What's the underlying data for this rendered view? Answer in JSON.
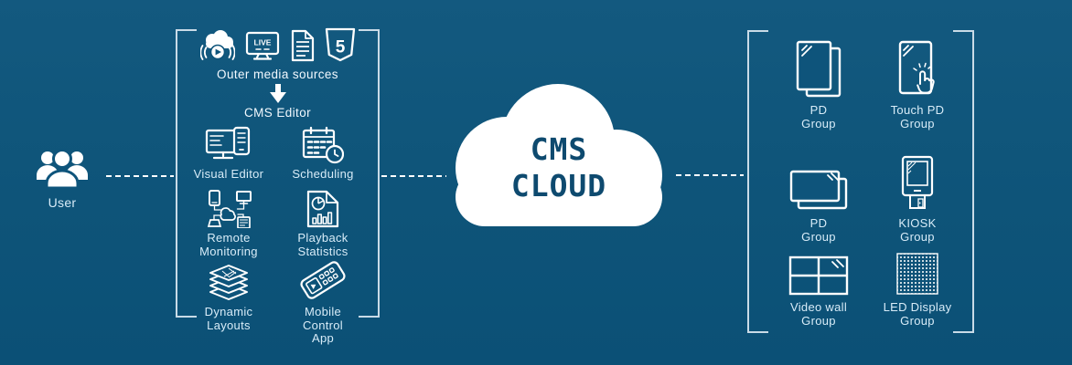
{
  "colors": {
    "background": "#0e547b",
    "cloud_fill": "#ffffff",
    "cloud_text": "#0e4a6f",
    "label_text": "#d8ecf8",
    "line_white": "#ffffff",
    "bracket_line": "#c9dbe7"
  },
  "user": {
    "label": "User",
    "icon": "user-group-icon"
  },
  "editor_section": {
    "sources_label": "Outer media sources",
    "live_badge": "LIVE",
    "html5_glyph": "5",
    "editor_label": "CMS Editor",
    "source_icons": [
      "cloud-video-icon",
      "live-monitor-icon",
      "document-icon",
      "html5-icon"
    ],
    "features": [
      {
        "icon": "visual-editor-icon",
        "label": "Visual Editor"
      },
      {
        "icon": "scheduling-icon",
        "label": "Scheduling"
      },
      {
        "icon": "remote-monitoring-icon",
        "label": "Remote\nMonitoring"
      },
      {
        "icon": "playback-statistics-icon",
        "label": "Playback\nStatistics"
      },
      {
        "icon": "dynamic-layouts-icon",
        "label": "Dynamic\nLayouts"
      },
      {
        "icon": "mobile-control-app-icon",
        "label": "Mobile\nControl\nApp"
      }
    ]
  },
  "cloud": {
    "line1": "CMS",
    "line2": "CLOUD"
  },
  "device_section": {
    "groups": [
      {
        "icon": "pd-portrait-icon",
        "label": "PD\nGroup"
      },
      {
        "icon": "touch-pd-icon",
        "label": "Touch PD\nGroup"
      },
      {
        "icon": "pd-landscape-icon",
        "label": "PD\nGroup"
      },
      {
        "icon": "kiosk-icon",
        "label": "KIOSK\nGroup"
      },
      {
        "icon": "video-wall-icon",
        "label": "Video wall\nGroup"
      },
      {
        "icon": "led-display-icon",
        "label": "LED Display\nGroup"
      }
    ]
  }
}
